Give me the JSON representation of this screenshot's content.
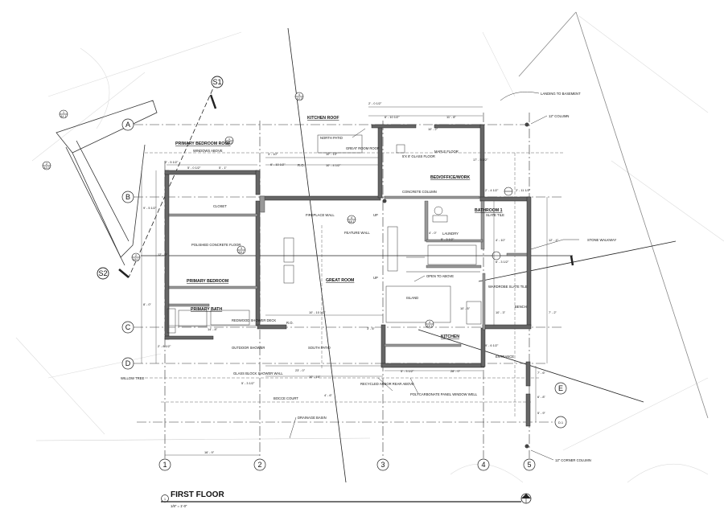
{
  "drawing": {
    "title": "FIRST FLOOR",
    "scale": "1/8\" = 1'-0\"",
    "title_number": "1"
  },
  "grid": {
    "columns": [
      "1",
      "2",
      "3",
      "4",
      "5"
    ],
    "rows": [
      "A",
      "B",
      "C",
      "D",
      "E",
      "D.1"
    ]
  },
  "section_marks": {
    "s1": "S1",
    "s2": "S2"
  },
  "tags": {
    "a": "1",
    "b": "A1.1",
    "a2": "2",
    "b2": "A3.3",
    "a3": "4",
    "b3": "A3.3",
    "a4": "1",
    "b4": "A0.3",
    "a5": "2",
    "b5": "A5.1",
    "a6": "3",
    "b6": "A5.1",
    "a7": "4",
    "b7": "A5.1",
    "ab": "4",
    "bb": "A6.1"
  },
  "rooms": {
    "kitchen_roof": "KITCHEN ROOF",
    "primary_bedroom_roof": "PRIMARY BEDROOM ROOF",
    "bed_office_work": "BED/OFFICE/WORK",
    "bathroom1": "BATHROOM 1",
    "great_room": "GREAT ROOM",
    "primary_bedroom": "PRIMARY BEDROOM",
    "primary_bath": "PRIMARY BATH",
    "kitchen": "KITCHEN"
  },
  "notes": {
    "landing": "LANDING TO BASEMENT",
    "col12": "12\" COLUMN",
    "north_patio": "NORTH PATIO",
    "window_above": "WINDOWS ABOVE",
    "great_room_roof": "GREAT ROOM ROOF",
    "maple_floor": "MAPLE FLOOR",
    "glass_floor": "5'X 8' GLASS FLOOR",
    "concrete_column": "CONCRETE COLUMN",
    "slate_tile": "SLATE TILE",
    "fireplace_wall": "FIREPLACE WALL",
    "up1": "UP",
    "laundry": "LAUNDRY",
    "closet": "CLOSET",
    "polished_concrete": "POLISHED CONCRETE FLOOR",
    "feature_wall": "FEATURE WALL",
    "stone_walkway": "STONE WALKWAY",
    "open_to_above": "OPEN TO ABOVE",
    "up2": "UP",
    "wardrobe": "WARDROBE SLATE TILE",
    "island": "ISLAND",
    "bench": "BENCH",
    "redwood_deck": "REDWOOD SHOWER DECK",
    "outdoor_shower": "OUTDOOR SHOWER",
    "south_patio": "SOUTH PATIO",
    "entrance": "ENTRANCE",
    "willow": "WILLOW TREE",
    "glass_block": "GLASS BLOCK SHOWER WALL",
    "bocce": "BOCCE COURT",
    "recycled_arbor": "RECYCLED ARBOR REAR ABOVE",
    "polycarb": "POLYCARBONATE PANEL WINDOW WELL",
    "drainage": "DRAINAGE BASIN",
    "corner_col": "12\" CORNER COLUMN",
    "ro1": "R.O.",
    "ro2": "R.O."
  },
  "dims": {
    "d_2_10": "2' - 0 1/2\"",
    "d_6_10": "6' - 10 1/2\"",
    "d_11_8": "11' - 8\"",
    "d_10_2": "10' - 2\"",
    "d_3_10": "3' - 10\"",
    "d_10_10": "10' - 10\"",
    "d_2_5": "2' - 5 1/2\"",
    "d_5_0": "5' - 0 1/2\"",
    "d_5_1": "5' - 1\"",
    "d_6_10b": "6' - 10 1/2\"",
    "d_10_4": "10' - 4 1/2\"",
    "d_17_5": "17' - 5 1/2\"",
    "d_9_5": "9' - 5 1/2\"",
    "d_12_0": "12' - 0\"",
    "d_4_0": "4' - 0\"",
    "d_5_3": "5' - 3 1/2\"",
    "d_4_10": "4' - 10\"",
    "d_6_3": "6' - 3 1/2\"",
    "d_12_4": "12' - 4\"",
    "d_2_4": "2' - 4 1/2\"",
    "d_2_11": "2' - 11 1/2\"",
    "d_23_0": "23' - 0\"",
    "d_10_10b": "10' - 10 1/2\"",
    "d_14_8": "14' - 8\"",
    "d_5_3b": "5' - 3 1/2\"",
    "d_2_8": "2' - 8 1/2\"",
    "d_8_0": "8' - 0\"",
    "d_28_0": "28' - 0\"",
    "d_10_10c": "10' - 10\"",
    "d_5_3c": "5' - 3 1/2\"",
    "d_9_6": "9' - 6 1/2\"",
    "d_4_6": "4' - 6\"",
    "d_16_9": "16' - 9\"",
    "d_3_6": "3' - 6\"",
    "d_10_5": "10' - 5\"",
    "d_7_6": "7' - 6\"",
    "d_6_8": "6' - 8\"",
    "d_5_9": "5' - 9\"",
    "d_10_3": "10' - 3\"",
    "d_7_2": "7' - 2\""
  }
}
